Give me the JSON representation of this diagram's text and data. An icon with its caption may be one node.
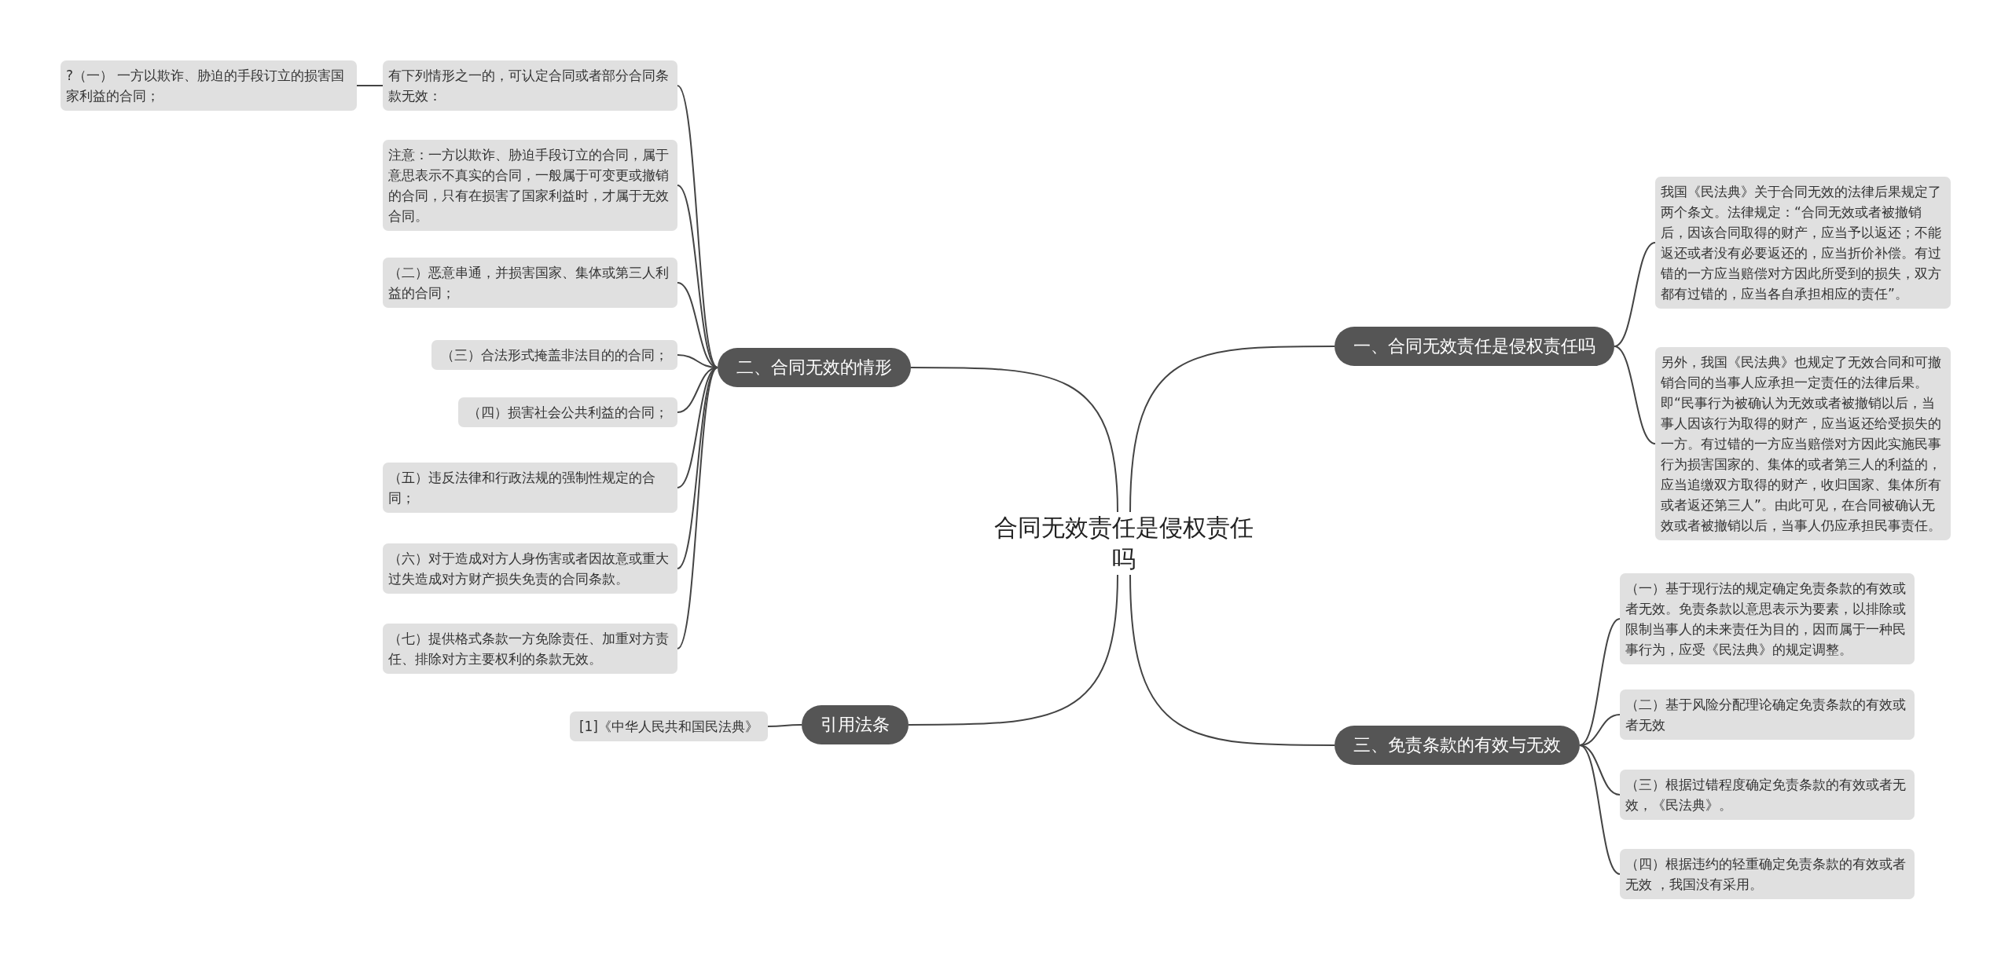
{
  "diagram": {
    "nodes": [
      {
        "text": [
          "合同无效责任是侵权责任吗"
        ]
      },
      {
        "text": [
          "一、合同无效责任是侵权责任吗"
        ]
      },
      {
        "text": [
          "我国《民法典》关于合同无效的法律后果规定了两个条文。法律规定：“合同无效或者被撤销后，因该合同取得的财产，应当予以返还；不能返还或者没有必要返还的，应当折价补偿。有过错的一方应当赔偿对方因此所受到的损失，双方都有过错的，应当各自承担相应的责任”。"
        ]
      },
      {
        "text": [
          "另外，我国《民法典》也规定了无效合同和可撤销合同的当事人应承担一定责任的法律后果。即“民事行为被确认为无效或者被撤销以后，当事人因该行为取得的财产，应当返还给受损失的一方。有过错的一方应当赔偿对方因此实施民事行为损害国家的、集体的或者第三人的利益的，应当追缴双方取得的财产，收归国家、集体所有或者返还第三人”。由此可见，在合同被确认无效或者被撤销以后，当事人仍应承担民事责任。"
        ]
      },
      {
        "text": [
          "二、合同无效的情形"
        ]
      },
      {
        "text": [
          "有下列情形之一的，可认定合同或者部分合同条款无效："
        ]
      },
      {
        "text": [
          "?（一） 一方以欺诈、胁迫的手段订立的损害国家利益的合同；"
        ]
      },
      {
        "text": [
          "注意：一方以欺诈、胁迫手段订立的合同，属于意思表示不真实的合同，一般属于可变更或撤销的合同，只有在损害了国家利益时，才属于无效合同。"
        ]
      },
      {
        "text": [
          "（二）恶意串通，并损害国家、集体或第三人利益的合同；"
        ]
      },
      {
        "text": [
          "（三）合法形式掩盖非法目的的合同；"
        ]
      },
      {
        "text": [
          "（四）损害社会公共利益的合同；"
        ]
      },
      {
        "text": [
          "（五）违反法律和行政法规的强制性规定的合同；"
        ]
      },
      {
        "text": [
          "（六）对于造成对方人身伤害或者因故意或重大过失造成对方财产损失免责的合同条款。"
        ]
      },
      {
        "text": [
          "（七）提供格式条款一方免除责任、加重对方责任、排除对方主要权利的条款无效。"
        ]
      },
      {
        "text": [
          "三、免责条款的有效与无效"
        ]
      },
      {
        "text": [
          "（一）基于现行法的规定确定免责条款的有效或者无效。免责条款以意思表示为要素，以排除或限制当事人的未来责任为目的，因而属于一种民事行为，应受《民法典》的规定调整。"
        ]
      },
      {
        "text": [
          "（二）基于风险分配理论确定免责条款的有效或者无效"
        ]
      },
      {
        "text": [
          "（三）根据过错程度确定免责条款的有效或者无效，《民法典》。"
        ]
      },
      {
        "text": [
          "（四）根据违约的轻重确定免责条款的有效或者无效 ，我国没有采用。"
        ]
      },
      {
        "text": [
          "引用法条"
        ]
      },
      {
        "text": [
          "[1]《中华人民共和国民法典》"
        ]
      }
    ],
    "edges": [
      {
        "from": 0,
        "to": 1,
        "arrow": "none"
      },
      {
        "from": 1,
        "to": 2,
        "arrow": "none"
      },
      {
        "from": 1,
        "to": 3,
        "arrow": "none"
      },
      {
        "from": 0,
        "to": 4,
        "arrow": "none"
      },
      {
        "from": 4,
        "to": 5,
        "arrow": "none"
      },
      {
        "from": 5,
        "to": 6,
        "arrow": "none"
      },
      {
        "from": 4,
        "to": 7,
        "arrow": "none"
      },
      {
        "from": 4,
        "to": 8,
        "arrow": "none"
      },
      {
        "from": 4,
        "to": 9,
        "arrow": "none"
      },
      {
        "from": 4,
        "to": 10,
        "arrow": "none"
      },
      {
        "from": 4,
        "to": 11,
        "arrow": "none"
      },
      {
        "from": 4,
        "to": 12,
        "arrow": "none"
      },
      {
        "from": 4,
        "to": 13,
        "arrow": "none"
      },
      {
        "from": 0,
        "to": 14,
        "arrow": "none"
      },
      {
        "from": 14,
        "to": 15,
        "arrow": "none"
      },
      {
        "from": 14,
        "to": 16,
        "arrow": "none"
      },
      {
        "from": 14,
        "to": 17,
        "arrow": "none"
      },
      {
        "from": 14,
        "to": 18,
        "arrow": "none"
      },
      {
        "from": 0,
        "to": 19,
        "arrow": "none"
      },
      {
        "from": 19,
        "to": 20,
        "arrow": "none"
      }
    ]
  }
}
